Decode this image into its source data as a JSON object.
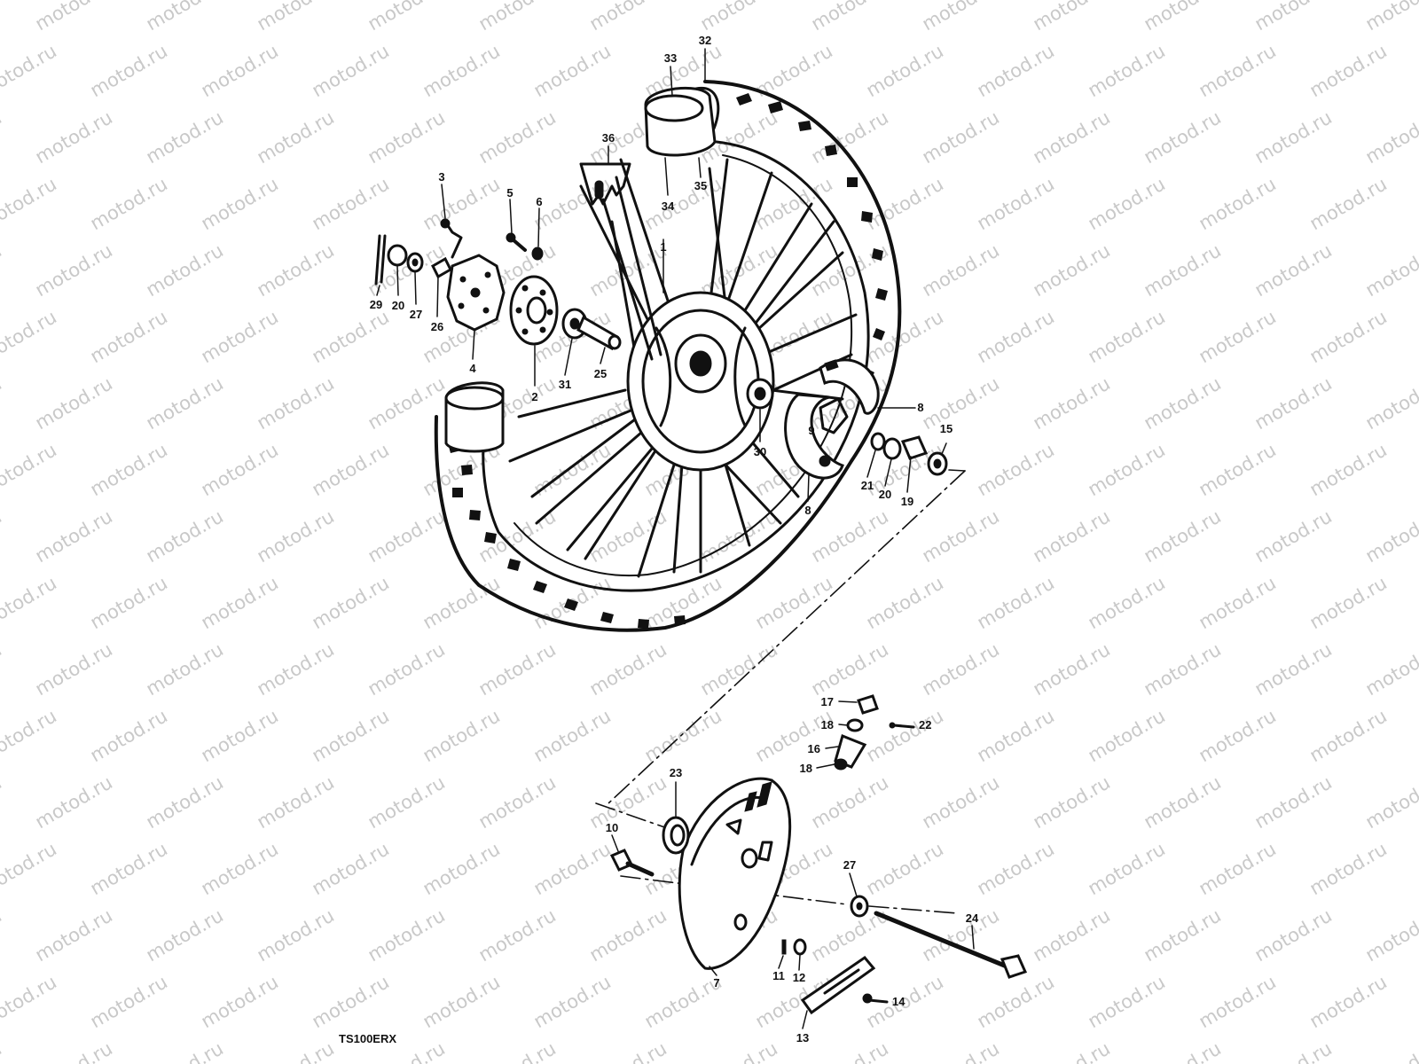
{
  "watermark": "motod.ru",
  "model_code": "TS100ERX",
  "colors": {
    "ink": "#111111",
    "watermark": "#c9c9c9",
    "background": "#ffffff"
  },
  "callouts": {
    "c1": "1",
    "c2": "2",
    "c3": "3",
    "c4": "4",
    "c5": "5",
    "c6": "6",
    "c7": "7",
    "c8a": "8",
    "c8b": "8",
    "c9": "9",
    "c10": "10",
    "c11": "11",
    "c12": "12",
    "c13": "13",
    "c14": "14",
    "c15": "15",
    "c16": "16",
    "c17": "17",
    "c18a": "18",
    "c18b": "18",
    "c19": "19",
    "c20a": "20",
    "c20b": "20",
    "c21": "21",
    "c22": "22",
    "c23": "23",
    "c24": "24",
    "c25": "25",
    "c26": "26",
    "c27a": "27",
    "c27b": "27",
    "c29": "29",
    "c30": "30",
    "c31": "31",
    "c32": "32",
    "c33": "33",
    "c34": "34",
    "c35": "35",
    "c36": "36"
  }
}
